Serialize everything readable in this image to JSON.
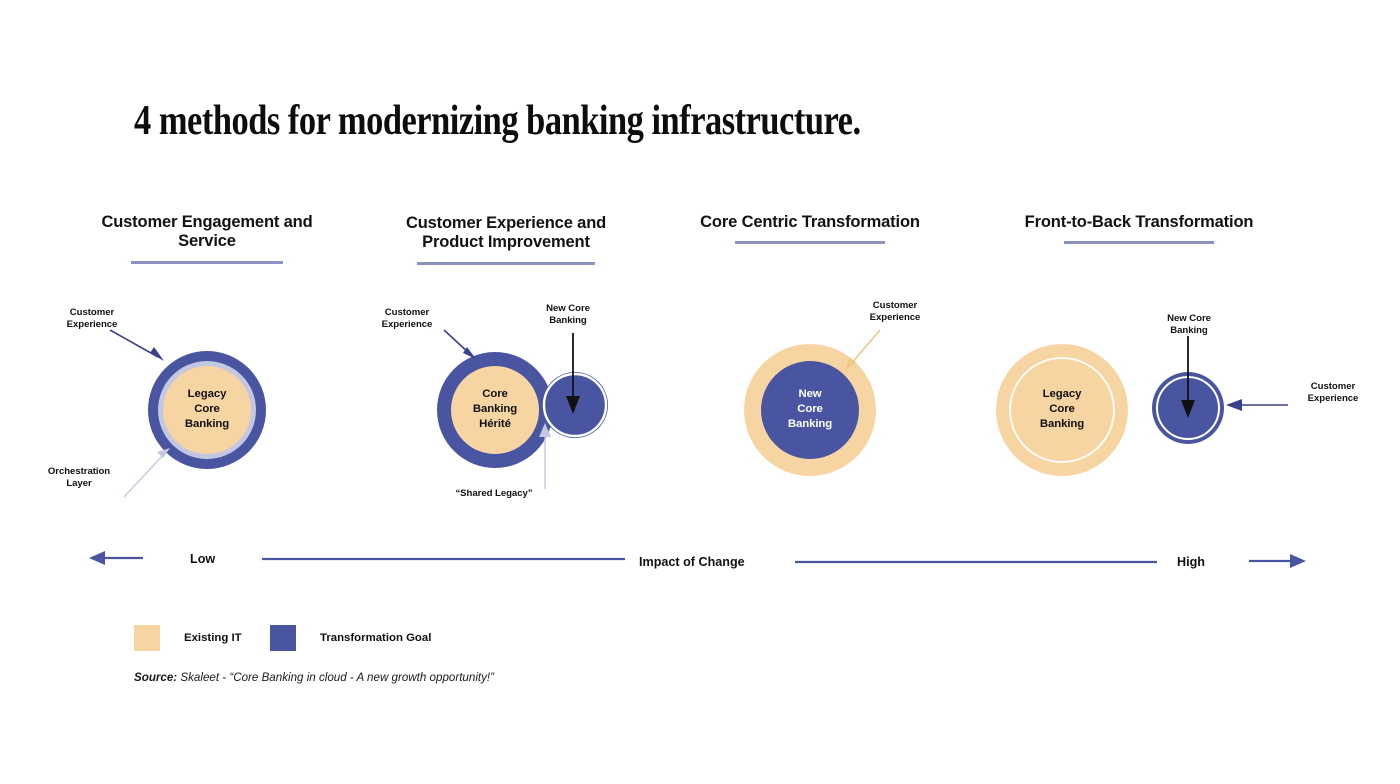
{
  "title": "4 methods for modernizing banking infrastructure.",
  "colors": {
    "blue": "#4a55a2",
    "blue_dark": "#434e99",
    "peach": "#f7d5a3",
    "lavender": "#c3c8e0",
    "rule": "#8b92bf",
    "white": "#ffffff",
    "black": "#111111"
  },
  "columns": [
    {
      "id": "customer-engagement-and-service",
      "label": "Customer Engagement\nand Service"
    },
    {
      "id": "customer-experience-and-product-improvement",
      "label": "Customer Experience and\nProduct Improvement"
    },
    {
      "id": "core-centric-transformation",
      "label": "Core Centric\nTransformation"
    },
    {
      "id": "front-to-back-transformation",
      "label": "Front-to-Back\nTransformation"
    }
  ],
  "diagrams": [
    {
      "id": "diagram-1",
      "circle_labels": [
        "Legacy\nCore\nBanking"
      ],
      "annotations": [
        {
          "id": "customer-experience",
          "text": "Customer\nExperience"
        },
        {
          "id": "orchestration-layer",
          "text": "Orchestration\nLayer"
        }
      ]
    },
    {
      "id": "diagram-2",
      "circle_labels": [
        "Core\nBanking\nHérité"
      ],
      "annotations": [
        {
          "id": "customer-experience",
          "text": "Customer\nExperience"
        },
        {
          "id": "new-core-banking",
          "text": "New Core\nBanking"
        },
        {
          "id": "shared-legacy",
          "text": "“Shared Legacy”"
        }
      ]
    },
    {
      "id": "diagram-3",
      "circle_labels": [
        "New\nCore\nBanking"
      ],
      "annotations": [
        {
          "id": "customer-experience",
          "text": "Customer\nExperience"
        }
      ]
    },
    {
      "id": "diagram-4",
      "circle_labels": [
        "Legacy\nCore\nBanking"
      ],
      "annotations": [
        {
          "id": "new-core-banking",
          "text": "New Core\nBanking"
        },
        {
          "id": "customer-experience",
          "text": "Customer\nExperience"
        }
      ]
    }
  ],
  "axis": {
    "low_label": "Low",
    "center_label": "Impact of Change",
    "high_label": "High"
  },
  "legend": [
    {
      "id": "existing-it",
      "label": "Existing IT",
      "color": "#f7d5a3"
    },
    {
      "id": "transformation-goal",
      "label": "Transformation Goal",
      "color": "#4a55a2"
    }
  ],
  "source": {
    "label": "Source:",
    "text": " Skaleet - “Core Banking in cloud - A new growth opportunity!”"
  }
}
